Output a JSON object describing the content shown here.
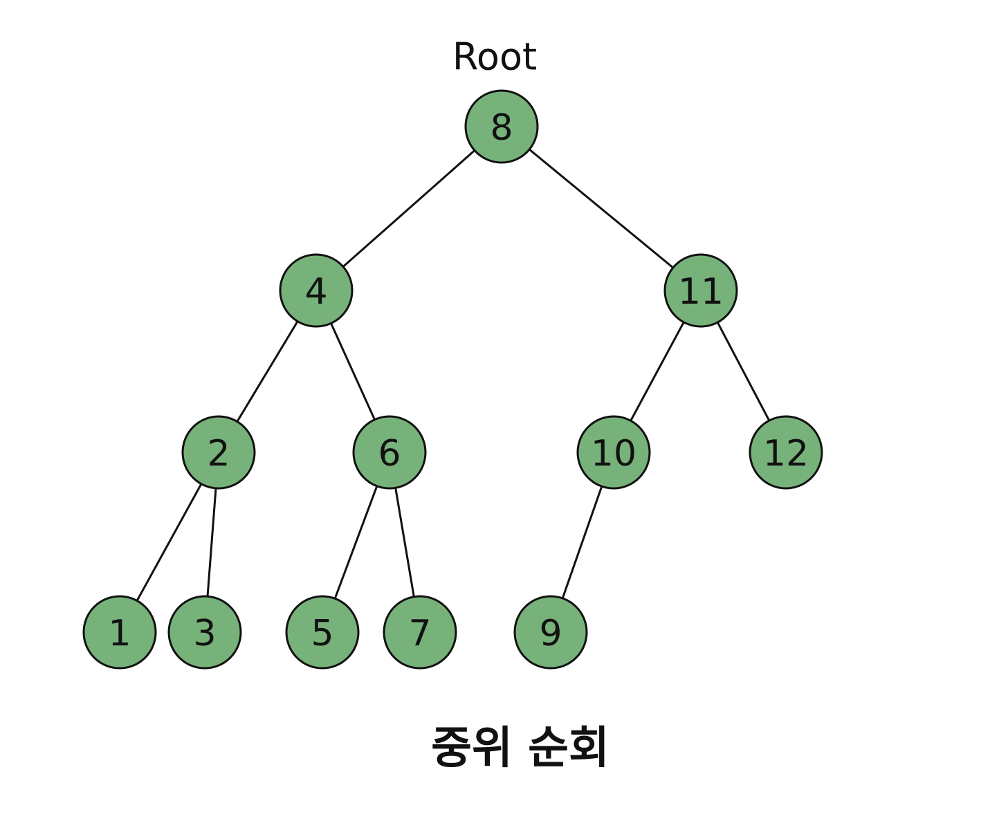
{
  "diagram": {
    "root_label": "Root",
    "caption": "중위 순회",
    "node_fill": "#77b27a",
    "stroke_color": "#111111",
    "nodes": [
      {
        "id": "n8",
        "label": "8"
      },
      {
        "id": "n4",
        "label": "4"
      },
      {
        "id": "n11",
        "label": "11"
      },
      {
        "id": "n2",
        "label": "2"
      },
      {
        "id": "n6",
        "label": "6"
      },
      {
        "id": "n10",
        "label": "10"
      },
      {
        "id": "n12",
        "label": "12"
      },
      {
        "id": "n1",
        "label": "1"
      },
      {
        "id": "n3",
        "label": "3"
      },
      {
        "id": "n5",
        "label": "5"
      },
      {
        "id": "n7",
        "label": "7"
      },
      {
        "id": "n9",
        "label": "9"
      }
    ],
    "edges": [
      {
        "from": "n8",
        "to": "n4"
      },
      {
        "from": "n8",
        "to": "n11"
      },
      {
        "from": "n4",
        "to": "n2"
      },
      {
        "from": "n4",
        "to": "n6"
      },
      {
        "from": "n11",
        "to": "n10"
      },
      {
        "from": "n11",
        "to": "n12"
      },
      {
        "from": "n2",
        "to": "n1"
      },
      {
        "from": "n2",
        "to": "n3"
      },
      {
        "from": "n6",
        "to": "n5"
      },
      {
        "from": "n6",
        "to": "n7"
      },
      {
        "from": "n10",
        "to": "n9"
      }
    ]
  }
}
